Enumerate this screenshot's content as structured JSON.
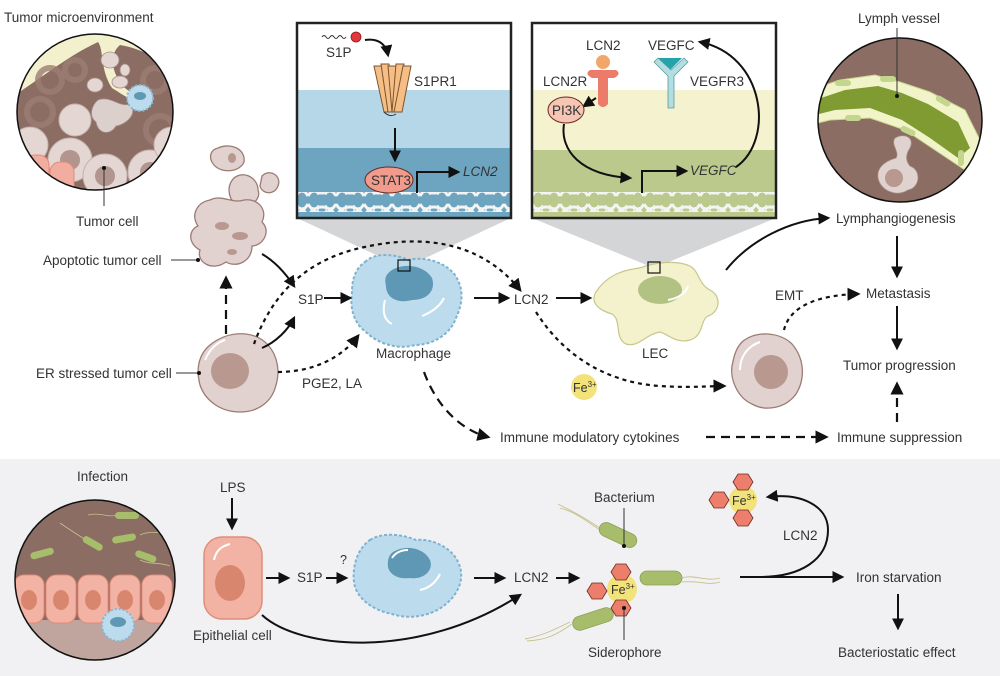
{
  "top_panel": {
    "inset_left": {
      "title": "Tumor microenvironment",
      "pointer_label": "Tumor cell"
    },
    "cells": {
      "apoptotic": "Apoptotic tumor cell",
      "er_stressed": "ER stressed tumor cell",
      "macrophage": "Macrophage",
      "lec": "LEC"
    },
    "mediators": {
      "s1p": "S1P",
      "pge2_la": "PGE2, LA",
      "lcn2": "LCN2",
      "fe": "Fe",
      "fe_charge": "3+",
      "emt": "EMT",
      "cytokines": "Immune modulatory cytokines"
    },
    "outcomes": {
      "lymphangiogenesis": "Lymphangiogenesis",
      "metastasis": "Metastasis",
      "progression": "Tumor progression",
      "suppression": "Immune suppression"
    },
    "macrophage_box": {
      "ligand": "S1P",
      "receptor": "S1PR1",
      "tf": "STAT3",
      "gene": "LCN2"
    },
    "lec_box": {
      "ligand": "LCN2",
      "receptor": "LCN2R",
      "kinase": "PI3K",
      "ligand2": "VEGFC",
      "receptor2": "VEGFR3",
      "gene": "VEGFC"
    },
    "inset_right": {
      "title": "Lymph vessel"
    }
  },
  "bottom_panel": {
    "inset": {
      "title": "Infection"
    },
    "trigger": "LPS",
    "epithelial": "Epithelial cell",
    "s1p": "S1P",
    "question": "?",
    "lcn2": "LCN2",
    "bacterium": "Bacterium",
    "siderophore": "Siderophore",
    "fe": "Fe",
    "fe_charge": "3+",
    "lcn2_loop": "LCN2",
    "iron_starvation": "Iron starvation",
    "bacteriostatic": "Bacteriostatic effect"
  },
  "colors": {
    "macrophage": "#bcdcee",
    "macrophage_nucleus": "#5f98b5",
    "lec": "#f3f2cc",
    "lec_nucleus": "#b2c283",
    "tumor_cell": "#e1d2cf",
    "epithelial": "#f3b3a4",
    "bacterium": "#a8bd6c",
    "siderophore": "#ee7e6c",
    "iron": "#f1e27a",
    "tissue": "#8b6d63",
    "bottom_bg": "#f1f1f3"
  }
}
